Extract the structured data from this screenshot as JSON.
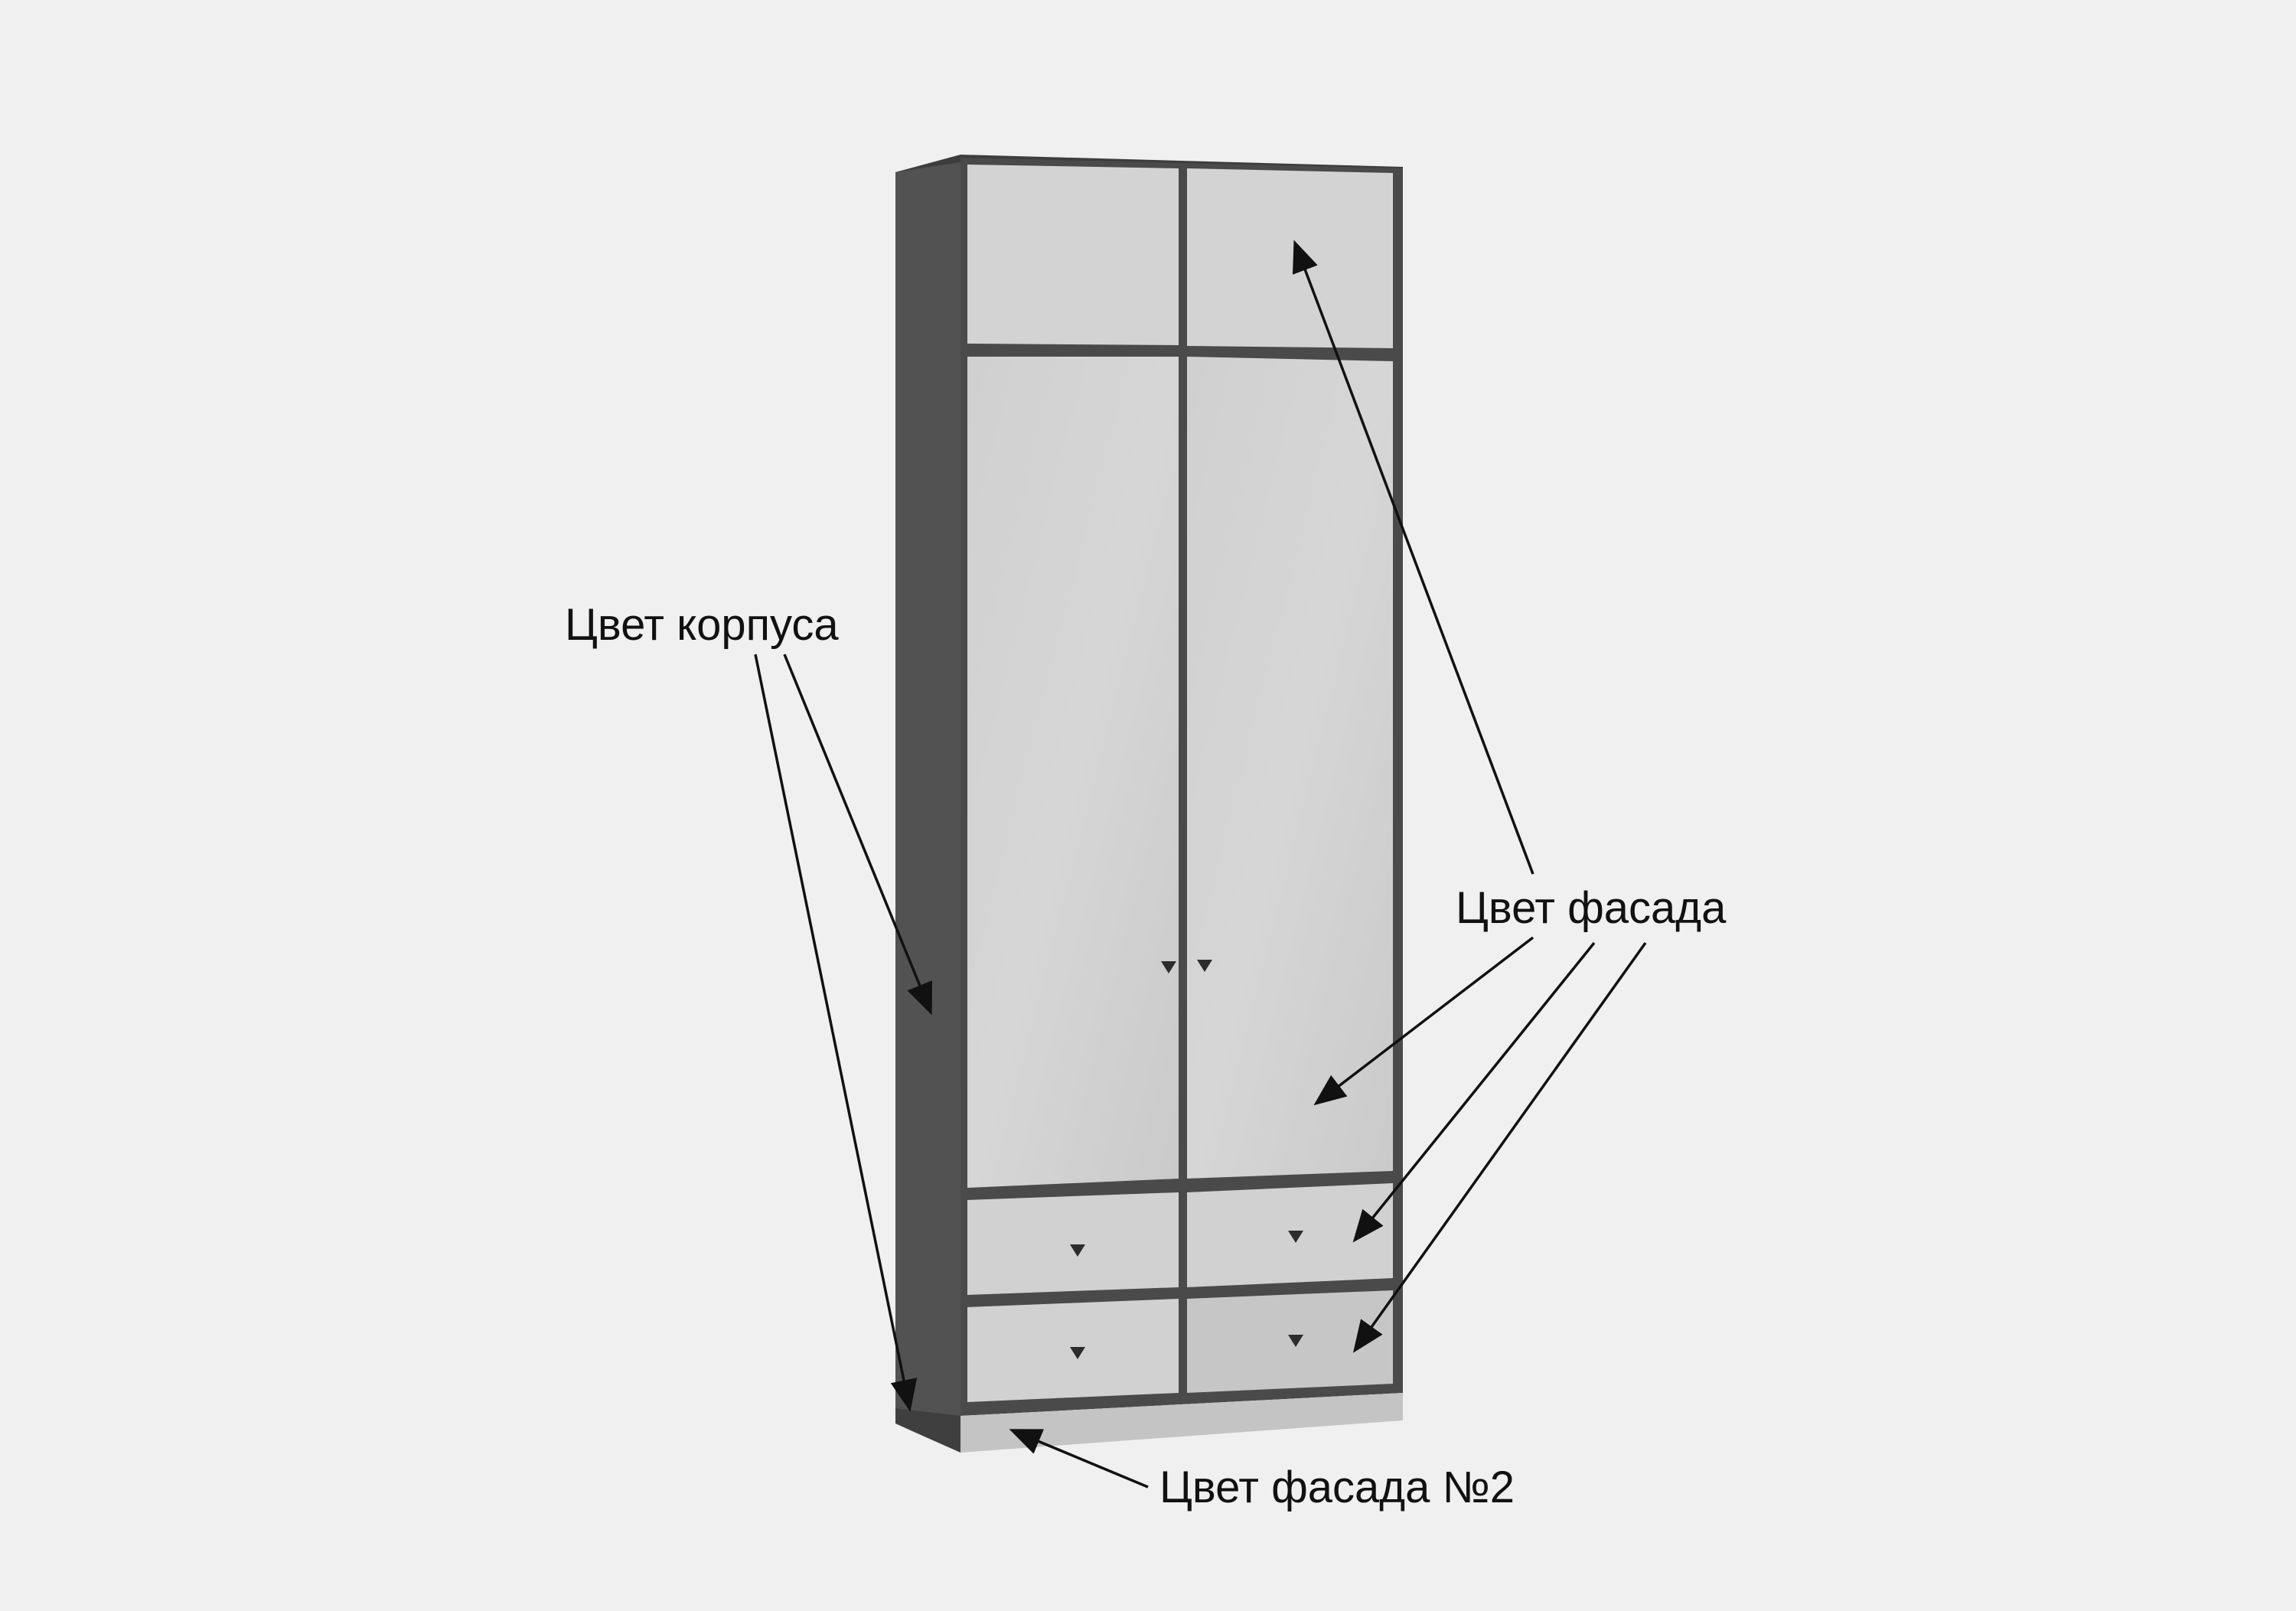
{
  "annotations": {
    "body_color_label": "Цвет корпуса",
    "facade_color_label": "Цвет фасада",
    "facade_color_2_label": "Цвет фасада №2"
  },
  "colors": {
    "background": "#f0f0f0",
    "body": "#4e4e4e",
    "body_side": "#525252",
    "facade": "#d3d3d3",
    "facade_2": "#c4c4c4",
    "handle": "#2c2c2c",
    "arrow": "#111111"
  },
  "product": {
    "type": "wardrobe",
    "top_compartment_doors": 2,
    "main_doors": 2,
    "drawers": 4,
    "plinth": 1
  }
}
